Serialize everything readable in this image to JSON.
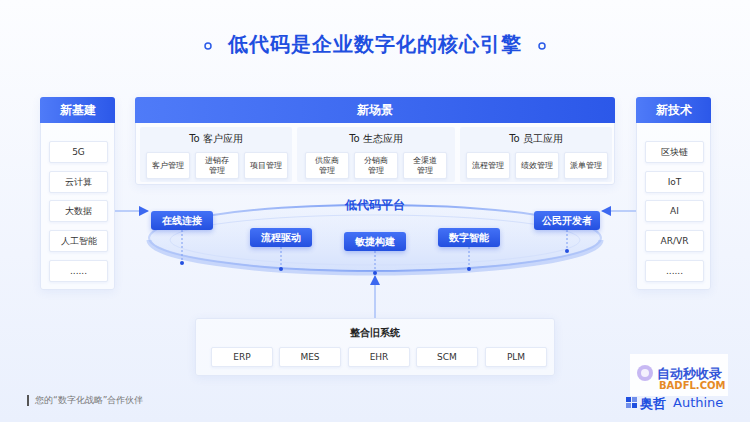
{
  "diagram": {
    "title": "低代码是企业数字化的核心引擎",
    "nodes": [
      {
        "text": [
          "新基建"
        ]
      },
      {
        "text": [
          "5G"
        ],
        "in": 0
      },
      {
        "text": [
          "云计算"
        ],
        "in": 0
      },
      {
        "text": [
          "大数据"
        ],
        "in": 0
      },
      {
        "text": [
          "人工智能"
        ],
        "in": 0
      },
      {
        "text": [
          "......"
        ],
        "in": 0
      },
      {
        "text": [
          "新场景"
        ]
      },
      {
        "text": [
          "To 客户应用"
        ],
        "in": 6
      },
      {
        "text": [
          "客户管理"
        ],
        "in": 7
      },
      {
        "text": [
          "进销存 管理"
        ],
        "in": 7
      },
      {
        "text": [
          "项目管理"
        ],
        "in": 7
      },
      {
        "text": [
          "To 生态应用"
        ],
        "in": 6
      },
      {
        "text": [
          "供应商 管理"
        ],
        "in": 11
      },
      {
        "text": [
          "分销商 管理"
        ],
        "in": 11
      },
      {
        "text": [
          "全渠道 管理"
        ],
        "in": 11
      },
      {
        "text": [
          "To 员工应用"
        ],
        "in": 6
      },
      {
        "text": [
          "流程管理"
        ],
        "in": 15
      },
      {
        "text": [
          "绩效管理"
        ],
        "in": 15
      },
      {
        "text": [
          "派单管理"
        ],
        "in": 15
      },
      {
        "text": [
          "新技术"
        ]
      },
      {
        "text": [
          "区块链"
        ],
        "in": 19
      },
      {
        "text": [
          "IoT"
        ],
        "in": 19
      },
      {
        "text": [
          "AI"
        ],
        "in": 19
      },
      {
        "text": [
          "AR/VR"
        ],
        "in": 19
      },
      {
        "text": [
          "......"
        ],
        "in": 19
      },
      {
        "text": [
          "低代码平台"
        ]
      },
      {
        "text": [
          "在线连接"
        ],
        "in": 25
      },
      {
        "text": [
          "流程驱动"
        ],
        "in": 25
      },
      {
        "text": [
          "敏捷构建"
        ],
        "in": 25
      },
      {
        "text": [
          "数字智能"
        ],
        "in": 25
      },
      {
        "text": [
          "公民开发者"
        ],
        "in": 25
      },
      {
        "text": [
          "整合旧系统"
        ]
      },
      {
        "text": [
          "ERP"
        ],
        "in": 31
      },
      {
        "text": [
          "MES"
        ],
        "in": 31
      },
      {
        "text": [
          "EHR"
        ],
        "in": 31
      },
      {
        "text": [
          "SCM"
        ],
        "in": 31
      },
      {
        "text": [
          "PLM"
        ],
        "in": 31
      }
    ],
    "edges": [
      {
        "from": 0,
        "to": 25,
        "arrow": "to"
      },
      {
        "from": 19,
        "to": 25,
        "arrow": "to"
      },
      {
        "from": 31,
        "to": 25,
        "arrow": "to"
      }
    ],
    "labels": [
      "您的“数字化战略”合作伙伴",
      "自动秒收录",
      "BADFL.COM",
      "奥哲",
      "Authine"
    ]
  }
}
